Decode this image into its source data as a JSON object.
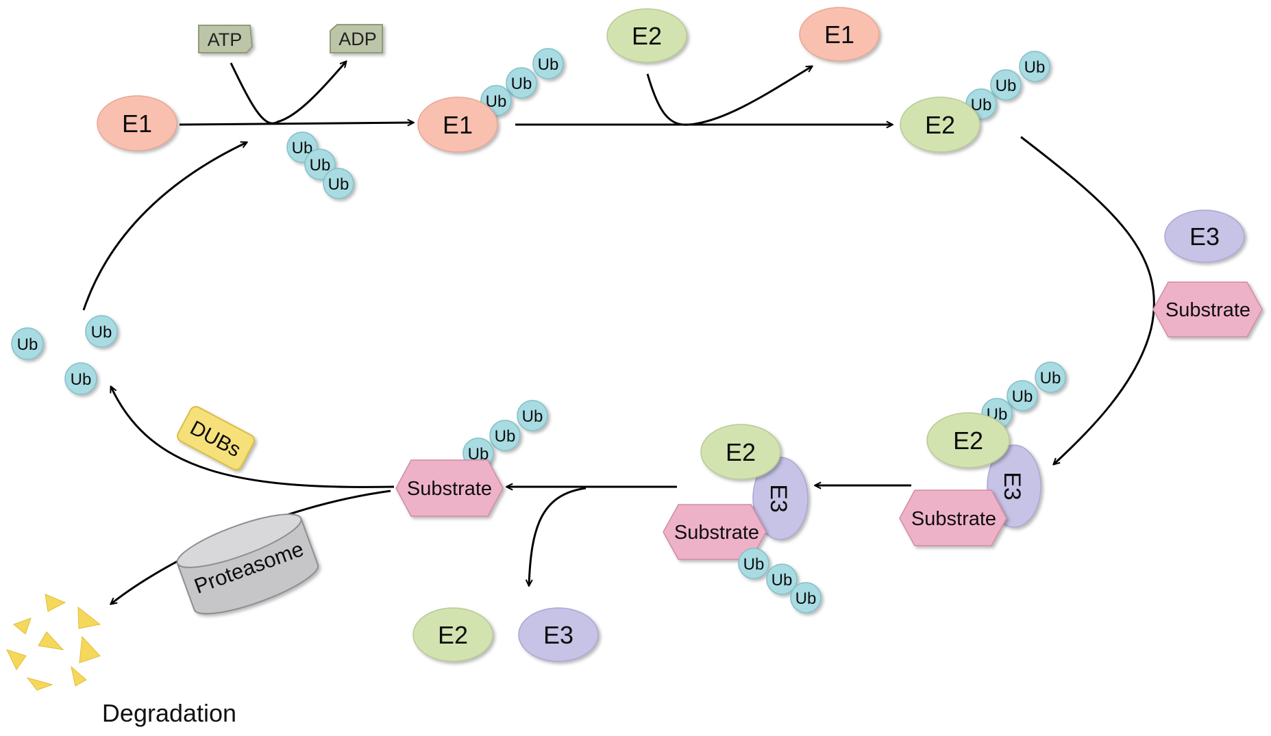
{
  "labels": {
    "e1": "E1",
    "e2": "E2",
    "e3": "E3",
    "ub": "Ub",
    "atp": "ATP",
    "adp": "ADP",
    "substrate": "Substrate",
    "dubs": "DUBs",
    "proteasome": "Proteasome",
    "degradation": "Degradation"
  },
  "colors": {
    "e1": "#f9c0b0",
    "e2": "#d3e3b0",
    "e3": "#c6c3e6",
    "ub": "#a9dbe2",
    "substrate": "#eeb2c8",
    "atp_box": "#bcc5a8",
    "dubs": "#f6e07a",
    "proteasome": "#c6c6c9",
    "fragments": "#f5d85b",
    "arrow": "#000000"
  }
}
